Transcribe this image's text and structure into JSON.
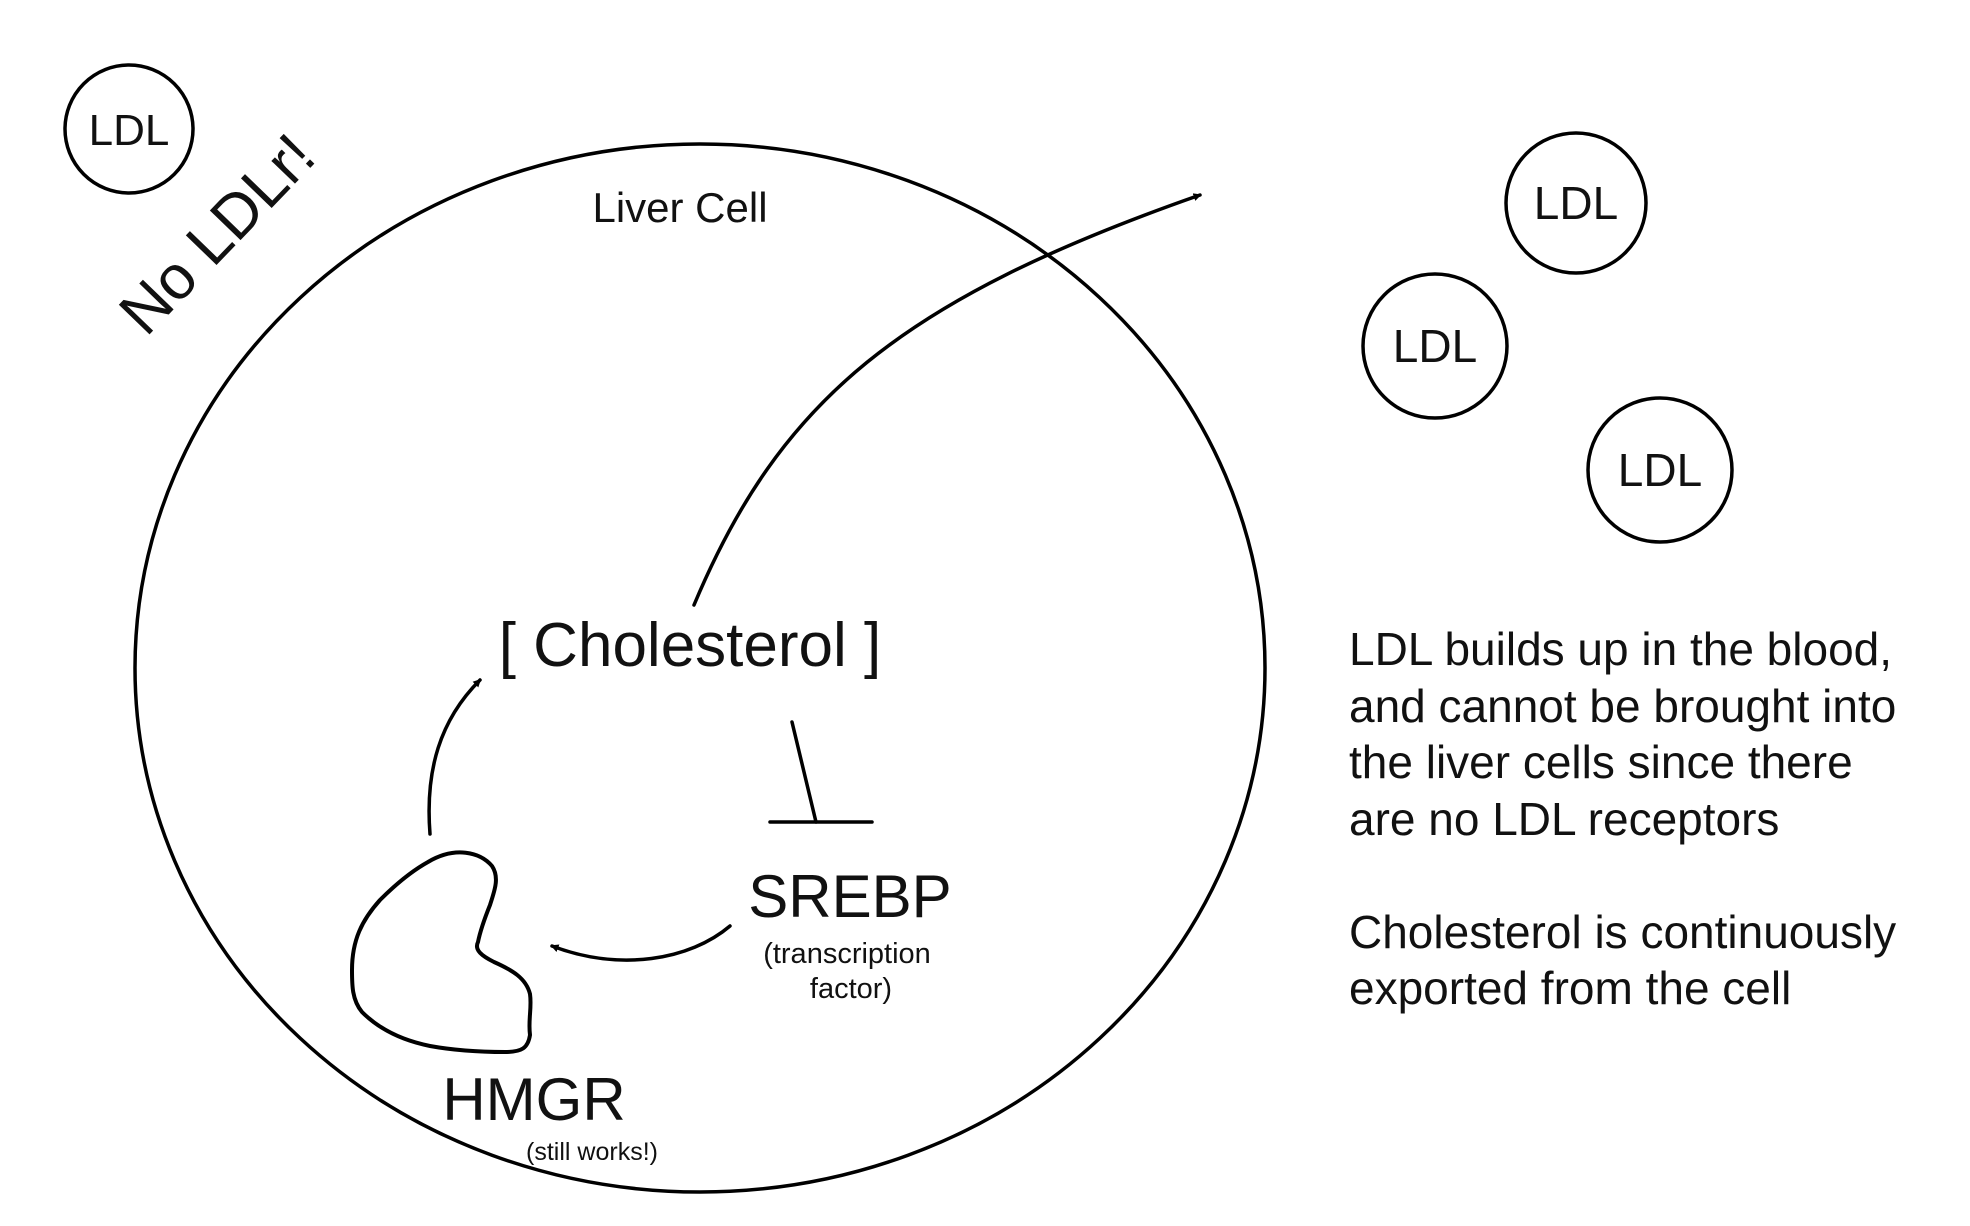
{
  "outside_ldl_label": "LDL",
  "no_receptor_label": "No LDLr!",
  "cell_label": "Liver Cell",
  "cholesterol_label": "[ Cholesterol ]",
  "srebp_label": "SREBP",
  "srebp_sub_line1": "(transcription",
  "srebp_sub_line2": "factor)",
  "hmgr_label": "HMGR",
  "hmgr_sub": "(still works!)",
  "blood_ldl_labels": [
    "LDL",
    "LDL",
    "LDL"
  ],
  "explanation_lines": [
    "LDL builds up in the blood,",
    "and cannot be brought into",
    "the liver cells since there",
    "are no LDL receptors"
  ],
  "export_lines": [
    "Cholesterol is continuously",
    "exported from the cell"
  ]
}
